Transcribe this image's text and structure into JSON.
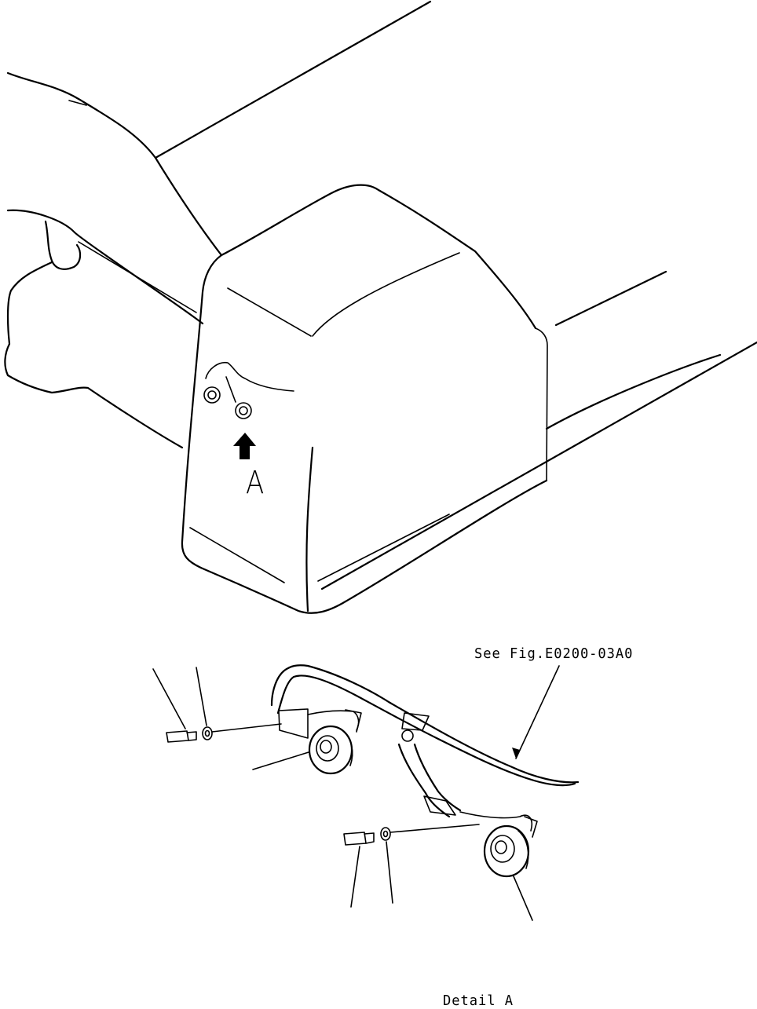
{
  "diagram": {
    "view_marker": "A",
    "reference_note": "See Fig.E0200-03A0",
    "detail_caption": "Detail A"
  }
}
